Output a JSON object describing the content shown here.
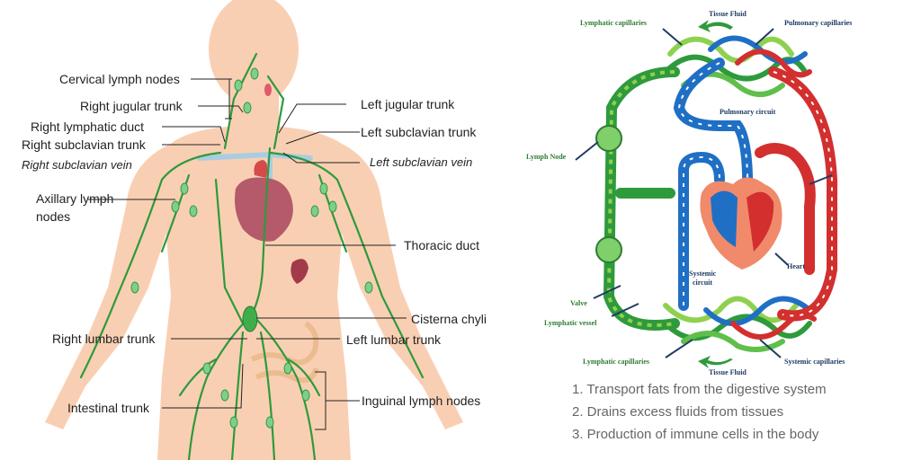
{
  "body_labels": {
    "cervical": "Cervical lymph nodes",
    "right_jugular": "Right jugular trunk",
    "right_lymphatic_duct": "Right lymphatic duct",
    "right_subclavian_trunk": "Right subclavian trunk",
    "right_subclavian_vein": "Right subclavian vein",
    "axillary_1": "Axillary lymph",
    "axillary_2": "nodes",
    "left_jugular": "Left jugular trunk",
    "left_subclavian_trunk": "Left subclavian trunk",
    "left_subclavian_vein": "Left subclavian vein",
    "thoracic_duct": "Thoracic duct",
    "cisterna_chyli": "Cisterna chyli",
    "right_lumbar": "Right lumbar trunk",
    "left_lumbar": "Left lumbar trunk",
    "intestinal": "Intestinal trunk",
    "inguinal": "Inguinal lymph nodes"
  },
  "circuit_labels": {
    "lymph_cap_top": "Lymphatic capillaries",
    "tissue_fluid_top": "Tissue Fluid",
    "pulmonary_cap": "Pulmonary capillaries",
    "pulmonary_circuit": "Pulmonary circuit",
    "lymph_node": "Lymph Node",
    "systemic_circuit_1": "Systemic",
    "systemic_circuit_2": "circuit",
    "heart": "Heart",
    "valve": "Valve",
    "lymphatic_vessel": "Lymphatic vessel",
    "lymph_cap_bottom": "Lymphatic capillaries",
    "tissue_fluid_bottom": "Tissue Fluid",
    "systemic_cap": "Systemic capillaries"
  },
  "functions": [
    "1. Transport fats from the digestive system",
    "2. Drains excess fluids from tissues",
    "3. Production of immune cells in the body"
  ],
  "colors": {
    "skin": "#f9cfb3",
    "lymph_green": "#2e9a3c",
    "lymph_light": "#8fd14f",
    "vein_blue": "#1f6fc5",
    "artery_red": "#d32f2f",
    "heart_pink": "#f08a6a",
    "label_green": "#2e7d32",
    "label_navy": "#1f3b63"
  }
}
